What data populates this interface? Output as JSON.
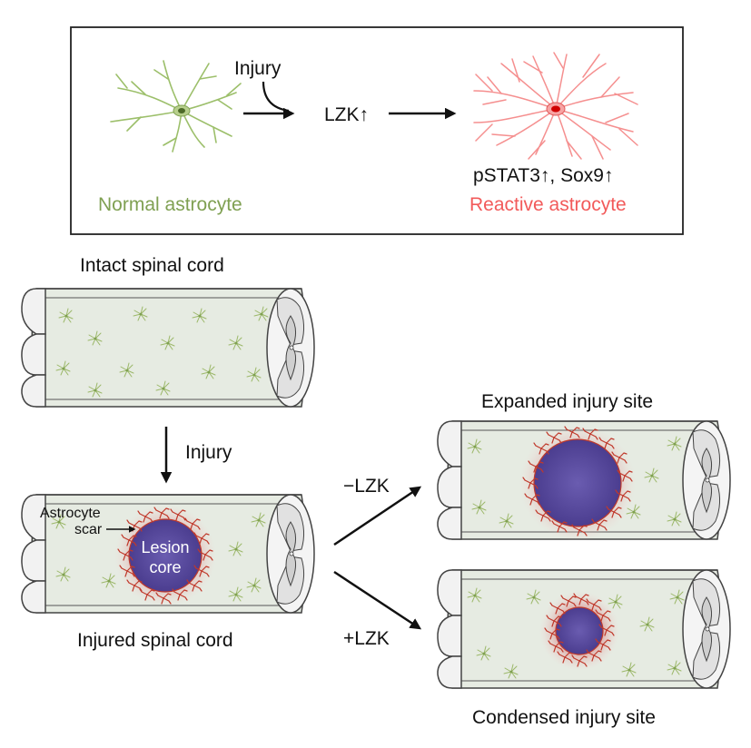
{
  "top_panel": {
    "injury_label": "Injury",
    "lzk_label": "LZK↑",
    "markers_label": "pSTAT3↑, Sox9↑",
    "normal_label": "Normal astrocyte",
    "reactive_label": "Reactive astrocyte"
  },
  "intact": {
    "title": "Intact spinal cord"
  },
  "injury_step": {
    "label": "Injury"
  },
  "injured": {
    "title": "Injured spinal cord",
    "scar_line1": "Astrocyte",
    "scar_line2": "scar",
    "core_line1": "Lesion",
    "core_line2": "core"
  },
  "branch_minus": {
    "label": "−LZK"
  },
  "branch_plus": {
    "label": "+LZK"
  },
  "expanded": {
    "title": "Expanded injury site"
  },
  "condensed": {
    "title": "Condensed injury site"
  },
  "colors": {
    "normal": "#7fa052",
    "reactive": "#f25a5a",
    "cord_fill": "#e6ebe2",
    "lesion": "#5a4a9a",
    "scar": "#c0392b"
  },
  "icons": {
    "normal_cell": "normal-astrocyte-icon",
    "reactive_cell": "reactive-astrocyte-icon"
  }
}
